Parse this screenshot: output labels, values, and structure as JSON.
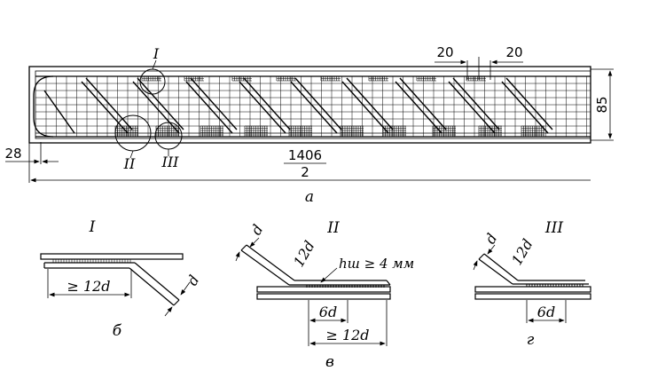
{
  "main_view": {
    "dim_height": "85",
    "dim_left_offset": "28",
    "dim_length_numerator": "1406",
    "dim_length_denominator": "2",
    "dim_gap_left": "20",
    "dim_gap_right": "20",
    "callout_I": "I",
    "callout_II": "II",
    "callout_III": "III",
    "caption": "а"
  },
  "detail_I": {
    "title": "I",
    "dim_weld_length": "≥ 12d",
    "dim_diameter": "d",
    "caption": "б"
  },
  "detail_II": {
    "title": "II",
    "dim_diameter": "d",
    "dim_bend": "12d",
    "weld_note": "hш ≥ 4 мм",
    "dim_6d": "6d",
    "dim_weld_length": "≥ 12d",
    "caption": "в"
  },
  "detail_III": {
    "title": "III",
    "dim_diameter": "d",
    "dim_bend": "12d",
    "dim_6d": "6d",
    "caption": "г"
  },
  "colors": {
    "line": "#000000",
    "background": "#ffffff"
  }
}
